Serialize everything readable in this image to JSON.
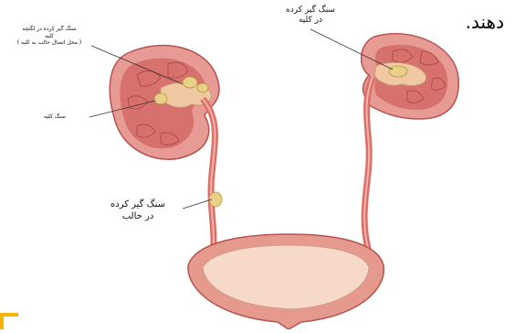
{
  "caption": "دهند.",
  "labels": {
    "top_right": "سنگ گیر کرده\nدر کلیه",
    "top_left": "سنگ گیر کرده در لگنچه\nکلیه\n( محل اتصال حالب به کلیه )",
    "left_kidney": "سنگ کلیه",
    "ureter": "سنگ گیر کرده\nدر حالب"
  },
  "colors": {
    "kidney_outer": "#e89a94",
    "kidney_inner": "#c9504e",
    "pyramid": "#d8706b",
    "pelvis": "#f0c9a2",
    "stone": "#e8d089",
    "bladder": "#e69a8e",
    "bladder_inner": "#f6d9c8",
    "ureter": "#dc6f67",
    "accent_corner": "#f5b400"
  }
}
